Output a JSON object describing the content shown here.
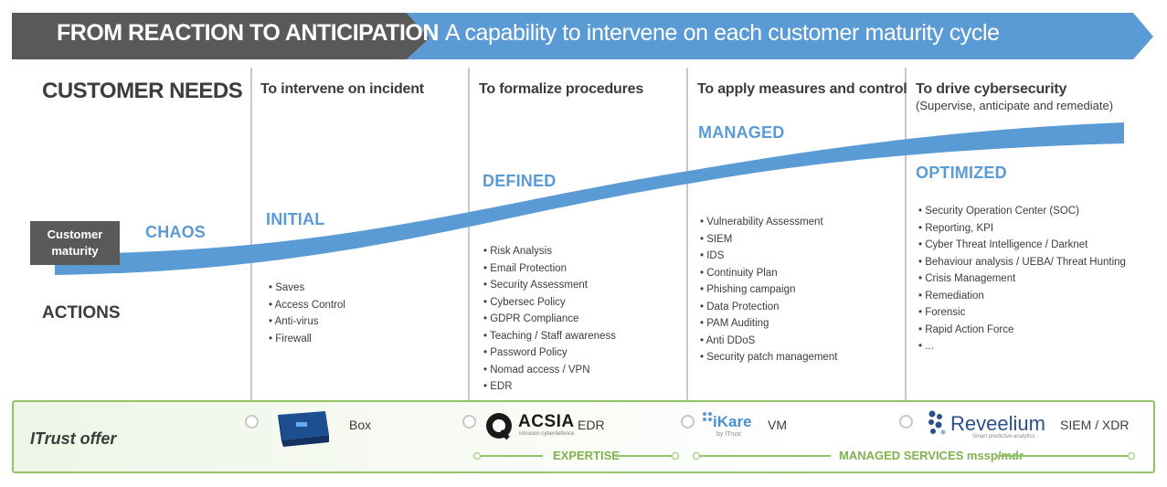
{
  "banner": {
    "left_text": "FROM REACTION TO ANTICIPATION",
    "right_text": "A capability to intervene on each customer maturity cycle",
    "left_color": "#595959",
    "right_color": "#5b9bd5"
  },
  "labels": {
    "customer_needs": "CUSTOMER NEEDS",
    "actions": "ACTIONS",
    "customer_maturity": "Customer maturity"
  },
  "stages": {
    "chaos": "CHAOS",
    "initial": "INITIAL",
    "defined": "DEFINED",
    "managed": "MANAGED",
    "optimized": "OPTIMIZED"
  },
  "columns": [
    {
      "heading": "To intervene on incident",
      "subheading": "",
      "actions": [
        "Saves",
        "Access Control",
        "Anti-virus",
        "Firewall"
      ]
    },
    {
      "heading": "To formalize procedures",
      "subheading": "",
      "actions": [
        "Risk Analysis",
        "Email Protection",
        "Security Assessment",
        "Cybersec Policy",
        "GDPR Compliance",
        "Teaching / Staff awareness",
        "Password Policy",
        "Nomad access / VPN",
        "EDR"
      ]
    },
    {
      "heading": "To apply measures and control",
      "subheading": "",
      "actions": [
        "Vulnerability Assessment",
        "SIEM",
        "IDS",
        "Continuity Plan",
        "Phishing campaign",
        "Data Protection",
        "PAM Auditing",
        "Anti DDoS",
        "Security patch management"
      ]
    },
    {
      "heading": "To drive cybersecurity",
      "subheading": "(Supervise, anticipate and remediate)",
      "actions": [
        "Security Operation Center (SOC)",
        "Reporting, KPI",
        "Cyber Threat Intelligence / Darknet",
        "Behaviour analysis / UEBA/ Threat Hunting",
        "Crisis Management",
        "Remediation",
        "Forensic",
        "Rapid Action Force",
        "..."
      ]
    }
  ],
  "offer": {
    "title": "ITrust offer",
    "products": [
      {
        "name": "Box",
        "icon": "box-appliance-icon"
      },
      {
        "name": "EDR",
        "logo_text": "ACSIA",
        "logo_sub": "intrusion cyberdefence",
        "icon": "acsia-logo-icon"
      },
      {
        "name": "VM",
        "logo_text": "iKare",
        "logo_sub": "by ITrust",
        "icon": "ikare-logo-icon"
      },
      {
        "name": "SIEM / XDR",
        "logo_text": "Reveelium",
        "logo_sub": "Smart predictive analytics",
        "icon": "reveelium-logo-icon"
      }
    ],
    "expertise": "EXPERTISE",
    "managed_services": "MANAGED SERVICES mssp/mdr"
  },
  "colors": {
    "curve": "#5b9bd5",
    "green": "#92c36b",
    "text": "#3c3c3c"
  }
}
